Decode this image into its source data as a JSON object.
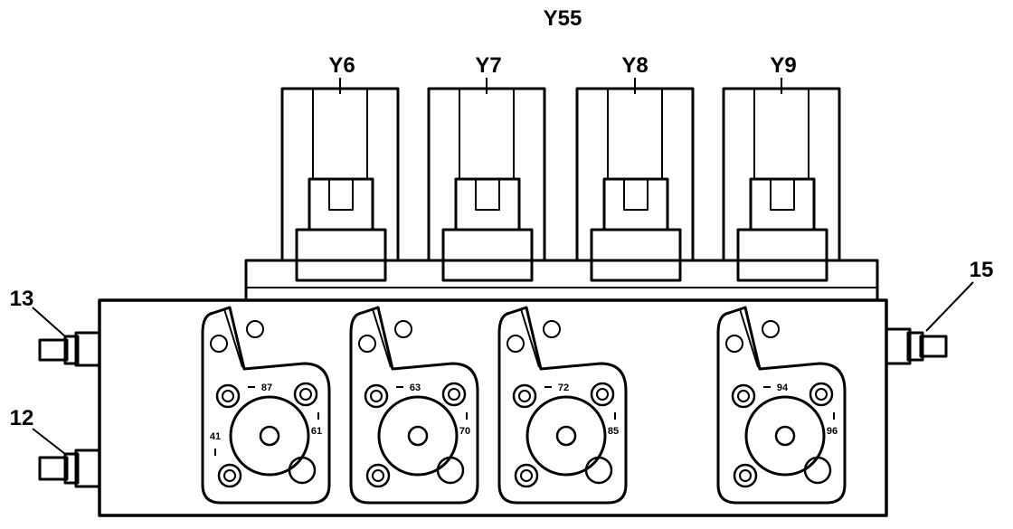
{
  "diagram": {
    "assembly_label": "Y55",
    "valve_labels": [
      "Y6",
      "Y7",
      "Y8",
      "Y9"
    ],
    "port_labels": [
      "13",
      "12",
      "15"
    ],
    "plates": [
      {
        "top": "87",
        "left": "41",
        "right": "61"
      },
      {
        "top": "63",
        "right": "70"
      },
      {
        "top": "72",
        "right": "85"
      },
      {
        "top": "94",
        "right": "96"
      }
    ]
  },
  "colors": {
    "line": "#000000",
    "background": "#ffffff"
  }
}
